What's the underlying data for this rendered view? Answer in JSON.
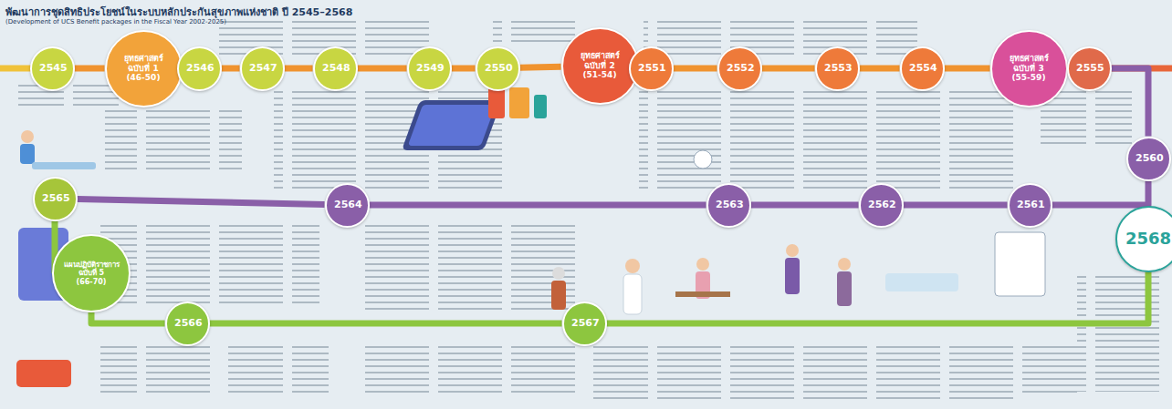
{
  "diagram": {
    "title": "พัฒนาการชุดสิทธิประโยชน์ในระบบหลักประกันสุขภาพแห่งชาติ ปี 2545–2568",
    "nodes": [
      {
        "text": [
          "2545"
        ]
      },
      {
        "text": [
          "ยุทธศาสตร์ ฉบับที่ 1",
          "(46-50)"
        ]
      },
      {
        "text": [
          "2546"
        ]
      },
      {
        "text": [
          "2547"
        ]
      },
      {
        "text": [
          "2548"
        ]
      },
      {
        "text": [
          "2549"
        ]
      },
      {
        "text": [
          "2550"
        ]
      },
      {
        "text": [
          "ยุทธศาสตร์ ฉบับที่ 2",
          "(51-54)"
        ]
      },
      {
        "text": [
          "2551"
        ]
      },
      {
        "text": [
          "2552"
        ]
      },
      {
        "text": [
          "2553"
        ]
      },
      {
        "text": [
          "2554"
        ]
      },
      {
        "text": [
          "ยุทธศาสตร์ ฉบับที่ 3",
          "(55-59)"
        ]
      },
      {
        "text": [
          "2555"
        ]
      },
      {
        "text": [
          "2560"
        ]
      },
      {
        "text": [
          "2561"
        ]
      },
      {
        "text": [
          "2562"
        ]
      },
      {
        "text": [
          "2563"
        ]
      },
      {
        "text": [
          "2564"
        ]
      },
      {
        "text": [
          "2565"
        ]
      },
      {
        "text": [
          "แผนปฏิบัติราชการ ฉบับที่ 5",
          "(66-70)"
        ]
      },
      {
        "text": [
          "2566"
        ]
      },
      {
        "text": [
          "2567"
        ]
      },
      {
        "text": [
          "2568"
        ]
      }
    ],
    "edges": [
      {
        "from": 0,
        "to": 1,
        "arrow": "none"
      },
      {
        "from": 1,
        "to": 2,
        "arrow": "none"
      },
      {
        "from": 2,
        "to": 3,
        "arrow": "none"
      },
      {
        "from": 3,
        "to": 4,
        "arrow": "none"
      },
      {
        "from": 4,
        "to": 5,
        "arrow": "none"
      },
      {
        "from": 5,
        "to": 6,
        "arrow": "none"
      },
      {
        "from": 6,
        "to": 7,
        "arrow": "none"
      },
      {
        "from": 7,
        "to": 8,
        "arrow": "none"
      },
      {
        "from": 8,
        "to": 9,
        "arrow": "none"
      },
      {
        "from": 9,
        "to": 10,
        "arrow": "none"
      },
      {
        "from": 10,
        "to": 11,
        "arrow": "none"
      },
      {
        "from": 11,
        "to": 12,
        "arrow": "none"
      },
      {
        "from": 12,
        "to": 13,
        "arrow": "none"
      },
      {
        "from": 13,
        "to": 14,
        "arrow": "none"
      },
      {
        "from": 14,
        "to": 15,
        "arrow": "none"
      },
      {
        "from": 15,
        "to": 16,
        "arrow": "none"
      },
      {
        "from": 16,
        "to": 17,
        "arrow": "none"
      },
      {
        "from": 17,
        "to": 18,
        "arrow": "none"
      },
      {
        "from": 18,
        "to": 19,
        "arrow": "none"
      },
      {
        "from": 19,
        "to": 20,
        "arrow": "none"
      },
      {
        "from": 20,
        "to": 21,
        "arrow": "none"
      },
      {
        "from": 21,
        "to": 22,
        "arrow": "none"
      },
      {
        "from": 22,
        "to": 23,
        "arrow": "none"
      }
    ],
    "labels": [
      "(Development of UCS Benefit packages in the Fiscal Year 2002-2025)"
    ]
  }
}
